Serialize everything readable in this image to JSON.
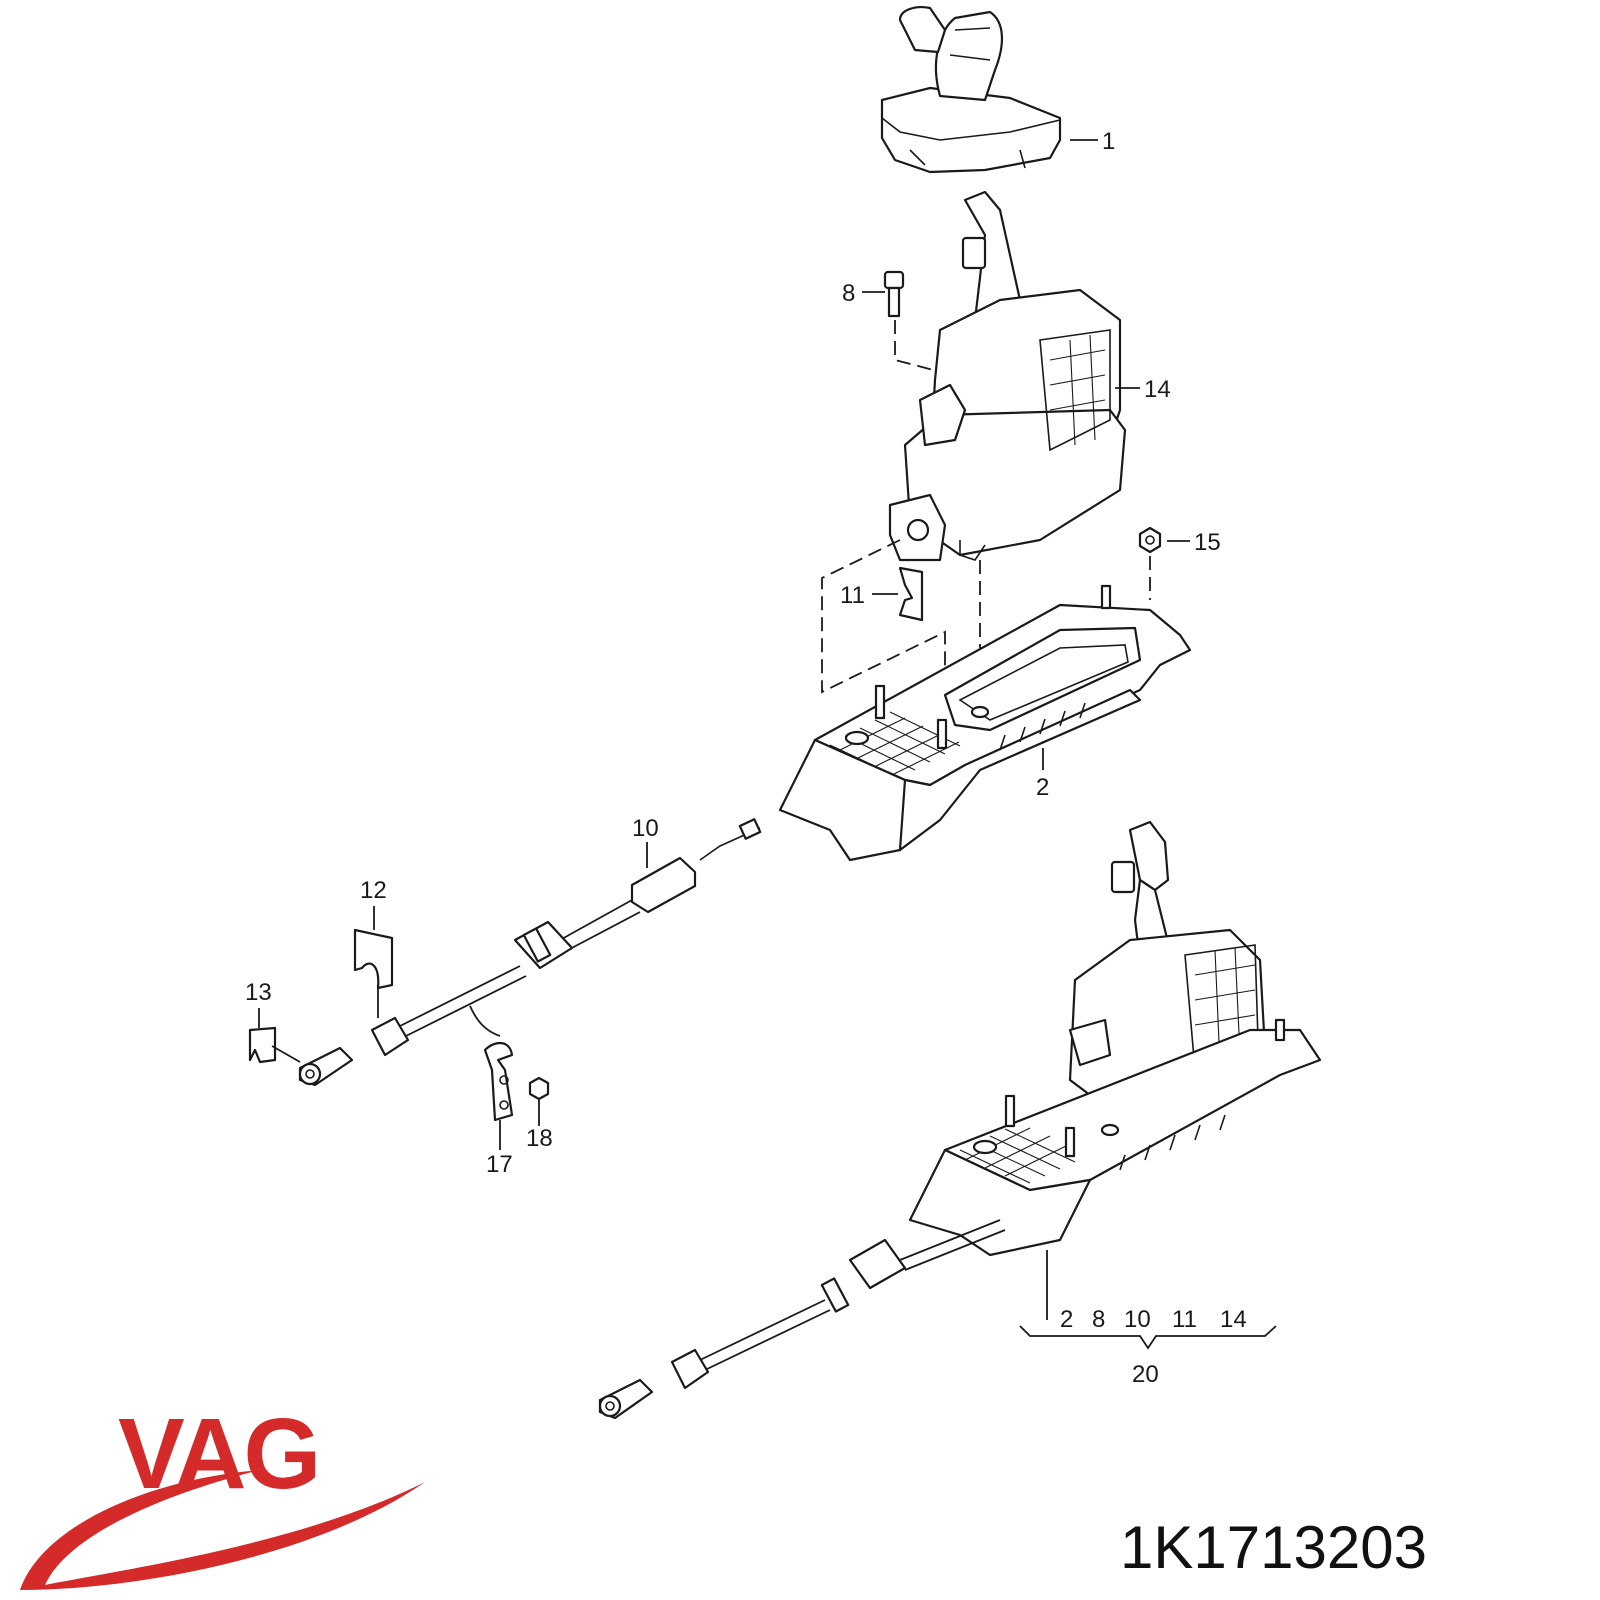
{
  "brand": {
    "logo_text": "VAG",
    "color": "#d42a2a"
  },
  "part_number": "1K1713203",
  "callouts": {
    "c1": "1",
    "c2": "2",
    "c8": "8",
    "c10": "10",
    "c11": "11",
    "c12": "12",
    "c13": "13",
    "c14": "14",
    "c15": "15",
    "c17": "17",
    "c18": "18"
  },
  "assembly": {
    "contents": [
      "2",
      "8",
      "10",
      "11",
      "14"
    ],
    "number": "20"
  }
}
